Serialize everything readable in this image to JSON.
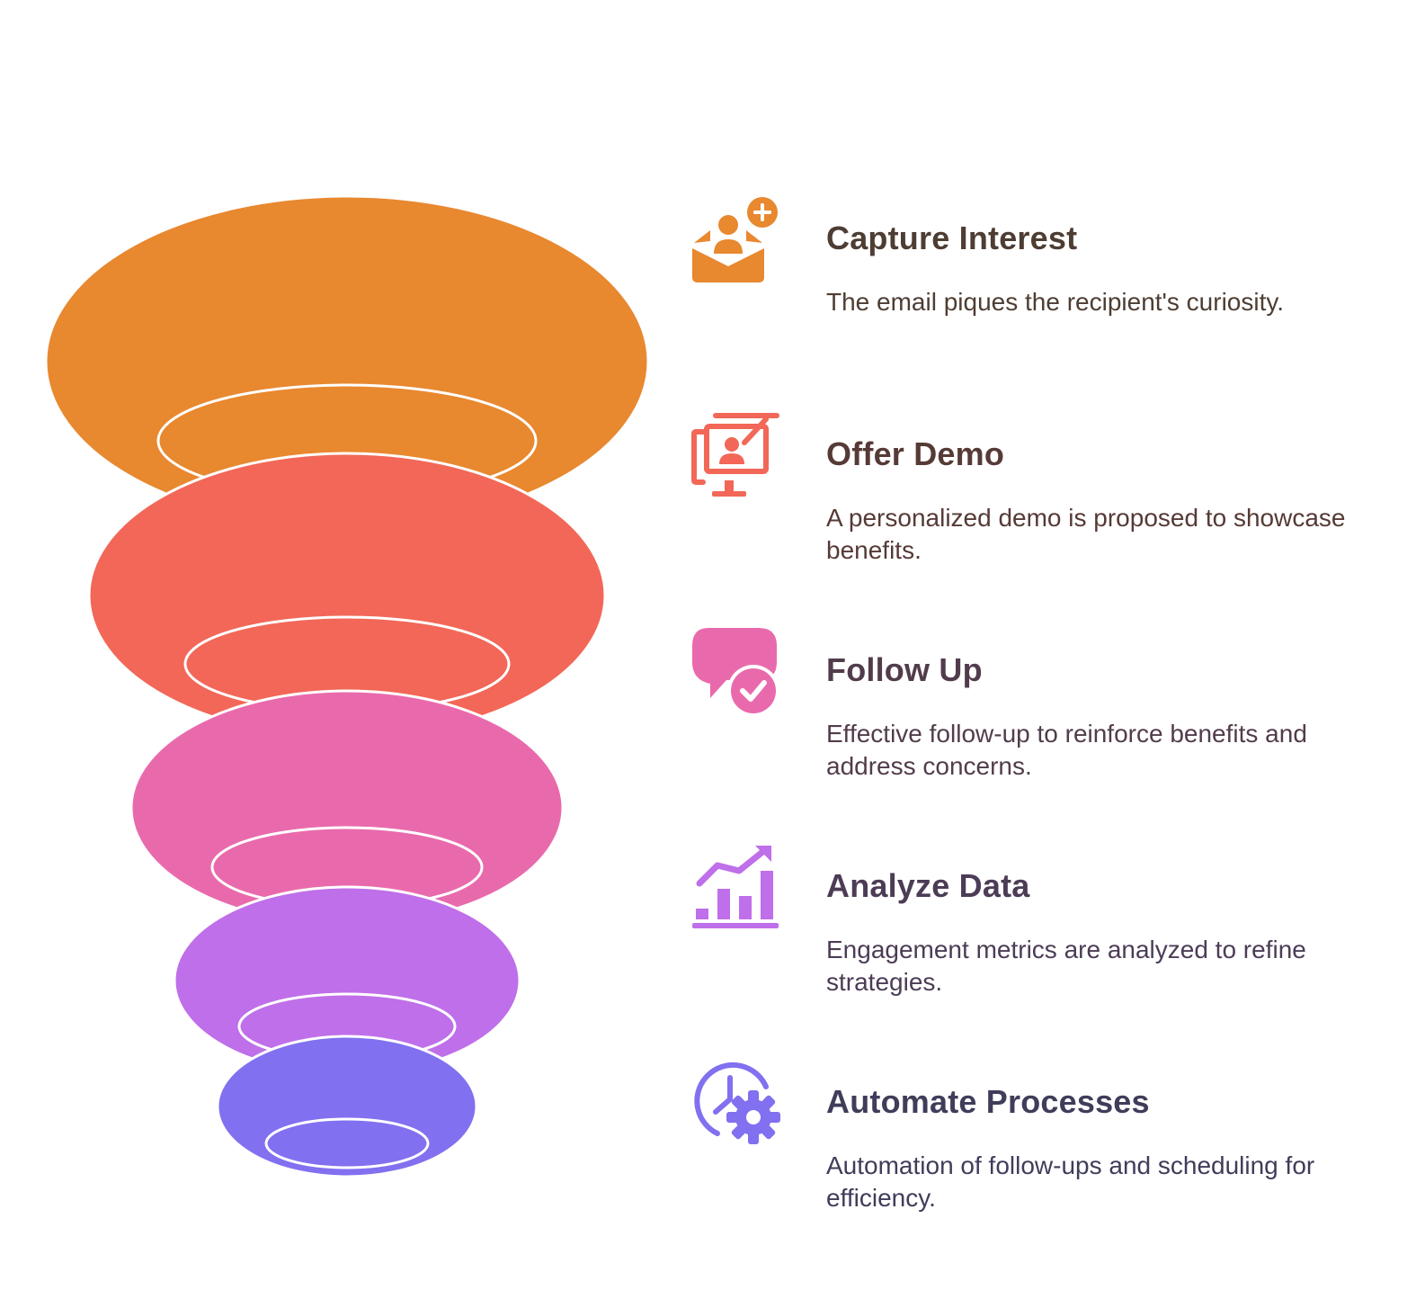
{
  "colors": {
    "orange": "#E8882F",
    "coral": "#F26757",
    "pink": "#E96AAC",
    "violet": "#BF6FE9",
    "indigo": "#8170EF",
    "outline": "#FFFFFF"
  },
  "steps": [
    {
      "title": "Capture Interest",
      "description": "The email piques the recipient's curiosity.",
      "icon": "email-user-add-icon",
      "color": "#E8882F",
      "title_color": "#4E3D33",
      "desc_color": "#4E3D33"
    },
    {
      "title": "Offer Demo",
      "description": "A personalized demo is proposed to showcase benefits.",
      "icon": "monitor-presentation-icon",
      "color": "#F26757",
      "title_color": "#563A36",
      "desc_color": "#563A36"
    },
    {
      "title": "Follow Up",
      "description": "Effective follow-up to reinforce benefits and address concerns.",
      "icon": "chat-check-icon",
      "color": "#E96AAC",
      "title_color": "#523C4C",
      "desc_color": "#523C4C"
    },
    {
      "title": "Analyze Data",
      "description": "Engagement metrics are analyzed to refine strategies.",
      "icon": "chart-growth-icon",
      "color": "#BF6FE9",
      "title_color": "#4C3C56",
      "desc_color": "#4C3C56"
    },
    {
      "title": "Automate Processes",
      "description": "Automation of follow-ups and scheduling for efficiency.",
      "icon": "clock-gear-icon",
      "color": "#8170EF",
      "title_color": "#3F3D5A",
      "desc_color": "#3F3D5A"
    }
  ]
}
